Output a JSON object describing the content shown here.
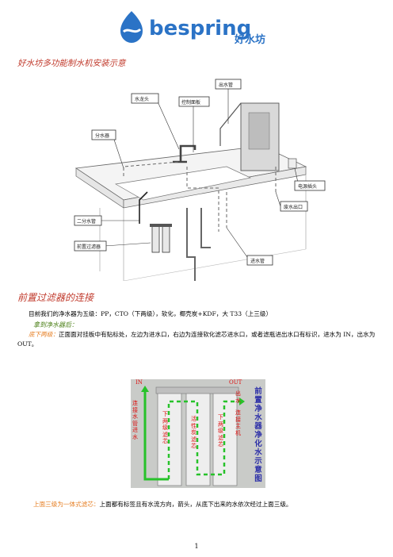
{
  "logo": {
    "brand": "bespring",
    "sub": "好水坊"
  },
  "section1_title": "好水坊多功能制水机安装示意",
  "diagram_labels": {
    "faucet": "水龙头",
    "control_panel": "控制面板",
    "outlet_pipe": "出水管",
    "diverter": "分水器",
    "power_plug": "电源插头",
    "waste_outlet": "废水出口",
    "two_way_pipe": "二分水管",
    "prefilter": "前置过滤器",
    "inlet_pipe": "进水管"
  },
  "section2_title": "前置过滤器的连接",
  "para1": "目前我们的净水器为五级：PP，CTO（下两级），软化，椰壳炭+KDF，大 T33（上三级）",
  "subheading": "拿到净水器后：",
  "para2_lead": "底下两级：",
  "para2_body": "正面面对挂板中有贴标处，左边为进水口，右边为连接软化滤芯进水口，或者滤瓶进出水口有标识，进水为 IN，出水为 OUT。",
  "photo": {
    "in_label": "IN",
    "out_label": "OUT",
    "left_vertical": [
      "连",
      "接",
      "水",
      "管",
      "进",
      "水"
    ],
    "right_red": [
      "出",
      "水"
    ],
    "right_red2": [
      "连",
      "接",
      "主",
      "机"
    ],
    "inner1": [
      "下",
      "两",
      "级",
      "滤",
      "芯"
    ],
    "inner2": [
      "活",
      "性",
      "炭",
      "滤",
      "芯"
    ],
    "inner3": [
      "下",
      "两",
      "级",
      "滤",
      "芯"
    ],
    "title_vertical": [
      "前",
      "置",
      "净",
      "水",
      "器",
      "净",
      "化",
      "水",
      "示",
      "意",
      "图"
    ]
  },
  "para3_lead": "上面三级为一体式滤芯：",
  "para3_body": "上面都有标签且有水流方向，箭头，从底下出来的水依次经过上面三级。",
  "page_number": "1",
  "colors": {
    "brand_blue": "#2b73c6",
    "title_red": "#c0392b",
    "sub_green": "#4a7f16",
    "lead_orange": "#e67e22"
  }
}
